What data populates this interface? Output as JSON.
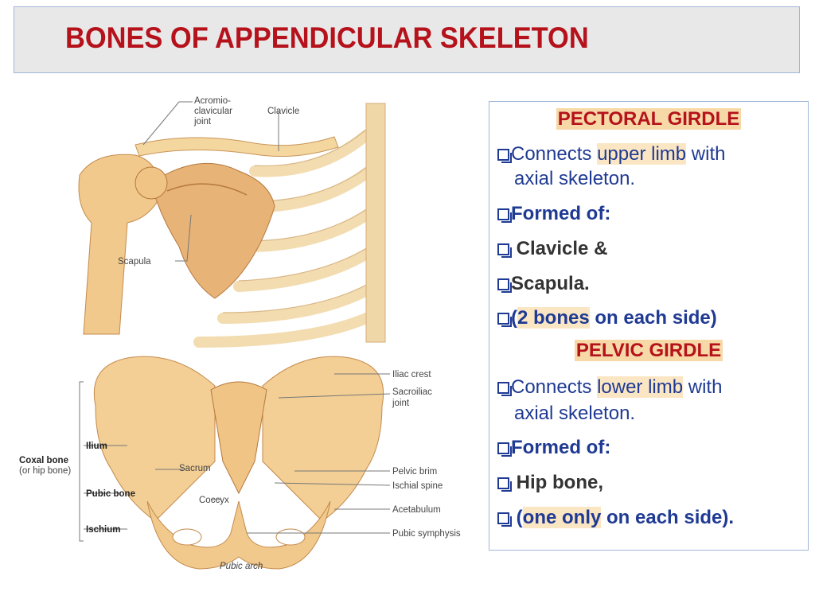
{
  "title": "BONES OF APPENDICULAR SKELETON",
  "figure": {
    "shoulder_labels": {
      "acromio_1": "Acromio-",
      "acromio_2": "clavicular",
      "acromio_3": "joint",
      "clavicle": "Clavicle",
      "scapula": "Scapula"
    },
    "pelvis_labels": {
      "iliac_crest": "Iliac crest",
      "sacroiliac_1": "Sacroiliac",
      "sacroiliac_2": "joint",
      "ilium": "Ilium",
      "coxal_1": "Coxal bone",
      "coxal_2": "(or hip bone)",
      "sacrum": "Sacrum",
      "pelvic_brim": "Pelvic brim",
      "ischial_spine": "Ischial spine",
      "pubic_bone": "Pubic bone",
      "coccyx": "Coccyx",
      "acetabulum": "Acetabulum",
      "ischium": "Ischium",
      "pubic_symphysis": "Pubic symphysis",
      "pubic_arch": "Pubic arch"
    }
  },
  "pectoral": {
    "heading": "PECTORAL GIRDLE",
    "l1_a": "Connects ",
    "l1_b": "upper limb",
    "l1_c": " with",
    "l2": "axial skeleton.",
    "l3": "Formed of:",
    "l4": " Clavicle &",
    "l5": "Scapula.",
    "l6_a": "(",
    "l6_b": "2 bones",
    "l6_c": " on each side)"
  },
  "pelvic": {
    "heading": "PELVIC GIRDLE",
    "l1_a": "Connects ",
    "l1_b": "lower limb",
    "l1_c": " with",
    "l2": "axial skeleton.",
    "l3": "Formed of:",
    "l4": " Hip bone,",
    "l5_a": " (",
    "l5_b": "one only",
    "l5_c": " on each side)."
  }
}
